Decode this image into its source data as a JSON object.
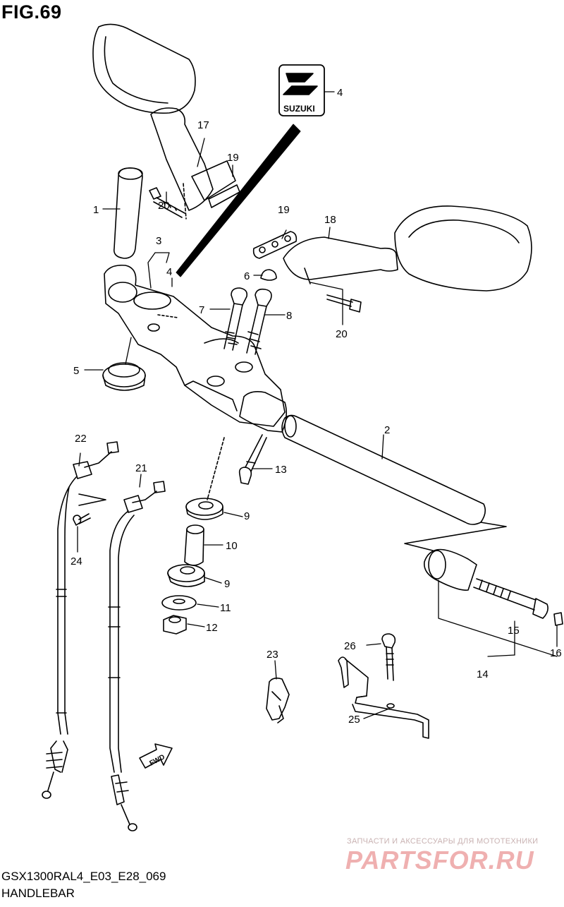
{
  "figure": {
    "title": "FIG.69",
    "model_code": "GSX1300RAL4_E03_E28_069",
    "name": "HANDLEBAR"
  },
  "logo": {
    "text": "SUZUKI"
  },
  "fwd_arrow": {
    "text": "FWD"
  },
  "watermark": {
    "line1": "ЗАПЧАСТИ И АКСЕССУАРЫ ДЛЯ МОТОТЕХНИКИ",
    "line2": "PARTSFOR.RU"
  },
  "callouts": {
    "c1": "1",
    "c2": "2",
    "c3": "3",
    "c4a": "4",
    "c4b": "4",
    "c5": "5",
    "c6": "6",
    "c7": "7",
    "c8": "8",
    "c9a": "9",
    "c9b": "9",
    "c10": "10",
    "c11": "11",
    "c12": "12",
    "c13": "13",
    "c14": "14",
    "c15": "15",
    "c16": "16",
    "c17": "17",
    "c18": "18",
    "c19a": "19",
    "c19b": "19",
    "c20a": "20",
    "c20b": "20",
    "c21": "21",
    "c22": "22",
    "c23": "23",
    "c24": "24",
    "c25": "25",
    "c26": "26"
  }
}
